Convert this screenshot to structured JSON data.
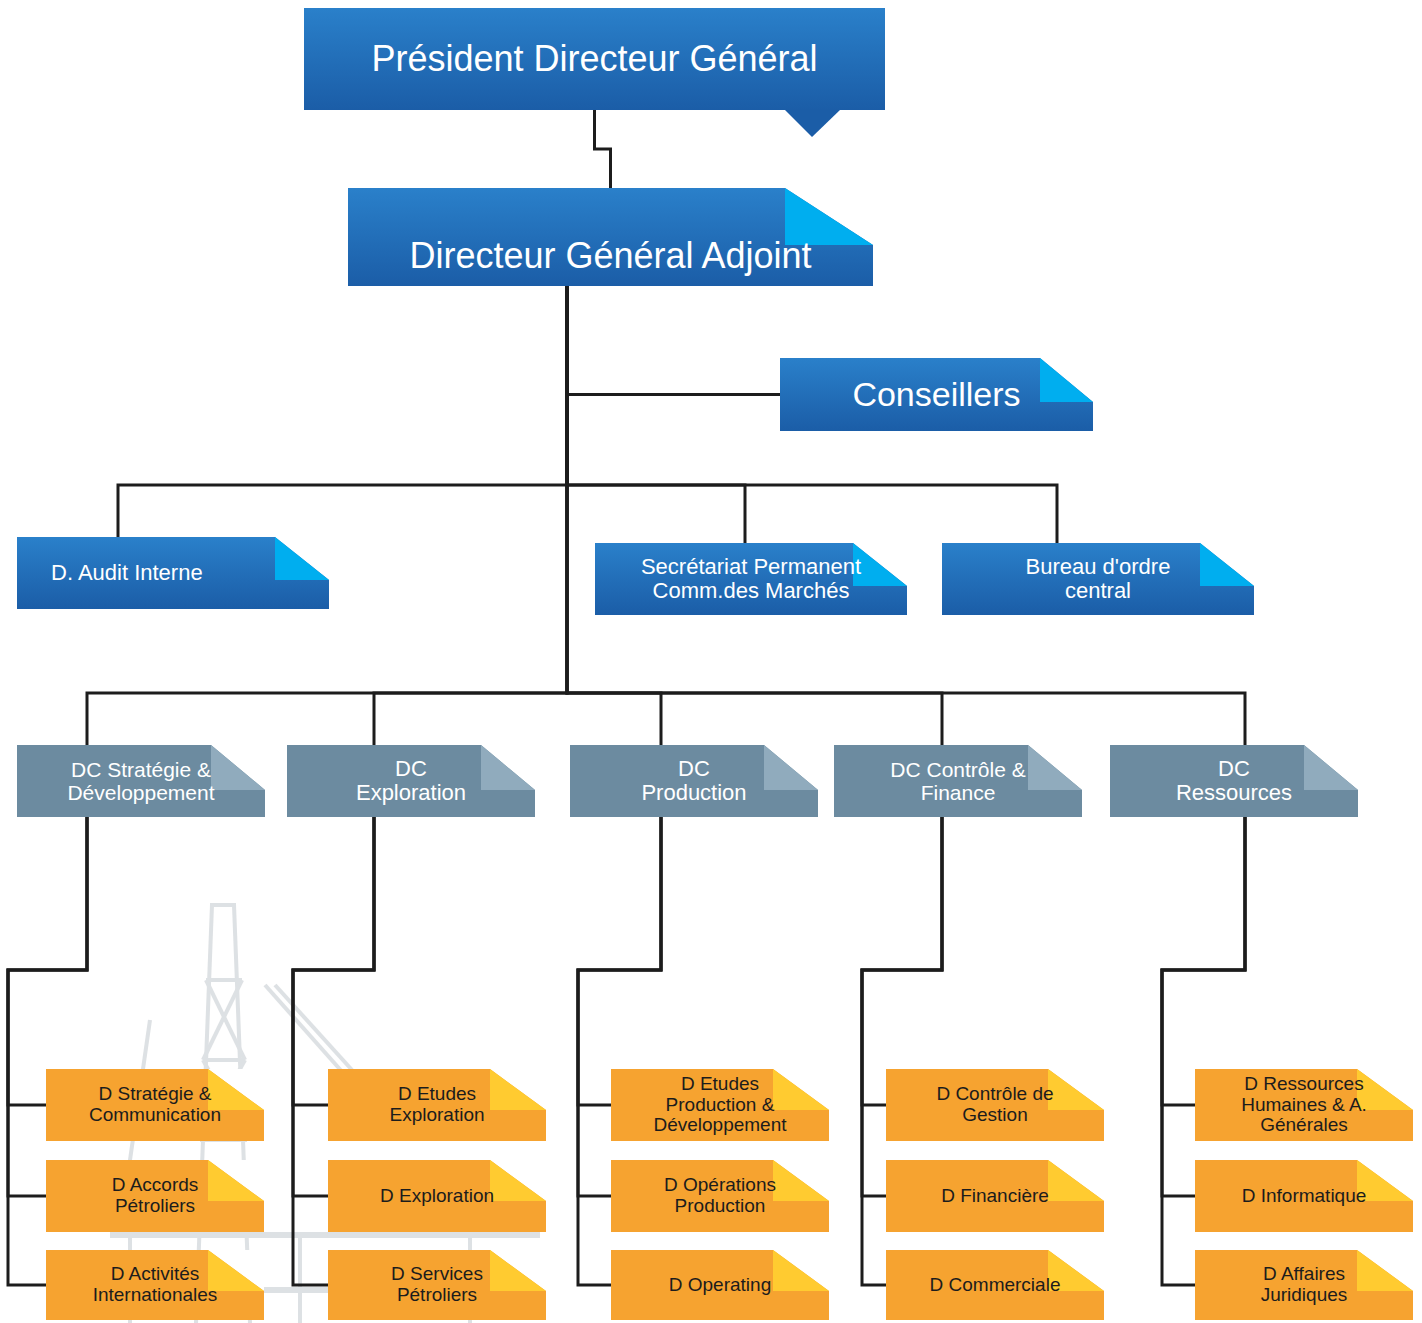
{
  "diagram": {
    "nodes": [
      {
        "text": [
          "Président Directeur Général"
        ]
      },
      {
        "text": [
          "Directeur Général Adjoint"
        ]
      },
      {
        "text": [
          "Conseillers"
        ]
      },
      {
        "text": [
          "D. Audit Interne"
        ]
      },
      {
        "text": [
          "Secrétariat Permanent Comm.des Marchés"
        ]
      },
      {
        "text": [
          "Bureau d'ordre central"
        ]
      },
      {
        "text": [
          "DC Stratégie & Développement"
        ]
      },
      {
        "text": [
          "DC Exploration"
        ]
      },
      {
        "text": [
          "DC Production"
        ]
      },
      {
        "text": [
          "DC Contrôle & Finance"
        ]
      },
      {
        "text": [
          "DC Ressources"
        ]
      },
      {
        "text": [
          "D Stratégie & Communication"
        ]
      },
      {
        "text": [
          "D Accords Pétroliers"
        ]
      },
      {
        "text": [
          "D Activités Internationales"
        ]
      },
      {
        "text": [
          "D Etudes Exploration"
        ]
      },
      {
        "text": [
          "D Exploration"
        ]
      },
      {
        "text": [
          "D Services Pétroliers"
        ]
      },
      {
        "text": [
          "D Etudes Production & Développement"
        ]
      },
      {
        "text": [
          "D Opérations Production"
        ]
      },
      {
        "text": [
          "D Operating"
        ]
      },
      {
        "text": [
          "D Contrôle de Gestion"
        ]
      },
      {
        "text": [
          "D Financière"
        ]
      },
      {
        "text": [
          "D Commerciale"
        ]
      },
      {
        "text": [
          "D Ressources Humaines & A. Générales"
        ]
      },
      {
        "text": [
          "D Informatique"
        ]
      },
      {
        "text": [
          "D Affaires Juridiques"
        ]
      }
    ],
    "edges": [
      {
        "from": 0,
        "to": 1,
        "arrow": "none"
      },
      {
        "from": 1,
        "to": 2,
        "arrow": "none"
      },
      {
        "from": 1,
        "to": 3,
        "arrow": "none"
      },
      {
        "from": 1,
        "to": 4,
        "arrow": "none"
      },
      {
        "from": 1,
        "to": 5,
        "arrow": "none"
      },
      {
        "from": 1,
        "to": 6,
        "arrow": "none"
      },
      {
        "from": 1,
        "to": 7,
        "arrow": "none"
      },
      {
        "from": 1,
        "to": 8,
        "arrow": "none"
      },
      {
        "from": 1,
        "to": 9,
        "arrow": "none"
      },
      {
        "from": 1,
        "to": 10,
        "arrow": "none"
      },
      {
        "from": 6,
        "to": 11,
        "arrow": "none"
      },
      {
        "from": 6,
        "to": 12,
        "arrow": "none"
      },
      {
        "from": 6,
        "to": 13,
        "arrow": "none"
      },
      {
        "from": 7,
        "to": 14,
        "arrow": "none"
      },
      {
        "from": 7,
        "to": 15,
        "arrow": "none"
      },
      {
        "from": 7,
        "to": 16,
        "arrow": "none"
      },
      {
        "from": 8,
        "to": 17,
        "arrow": "none"
      },
      {
        "from": 8,
        "to": 18,
        "arrow": "none"
      },
      {
        "from": 8,
        "to": 19,
        "arrow": "none"
      },
      {
        "from": 9,
        "to": 20,
        "arrow": "none"
      },
      {
        "from": 9,
        "to": 21,
        "arrow": "none"
      },
      {
        "from": 9,
        "to": 22,
        "arrow": "none"
      },
      {
        "from": 10,
        "to": 23,
        "arrow": "none"
      },
      {
        "from": 10,
        "to": 24,
        "arrow": "none"
      },
      {
        "from": 10,
        "to": 25,
        "arrow": "none"
      }
    ]
  }
}
